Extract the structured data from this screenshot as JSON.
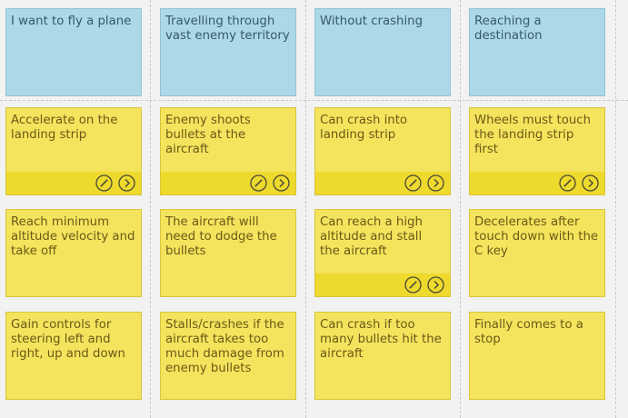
{
  "board": {
    "goals": [
      {
        "text": "I want to fly a plane"
      },
      {
        "text": "Travelling through vast enemy territory"
      },
      {
        "text": "Without crashing"
      },
      {
        "text": "Reaching a destination"
      }
    ],
    "rows": [
      [
        {
          "text": "Accelerate on the landing strip",
          "actions": true
        },
        {
          "text": "Enemy shoots bullets at the aircraft",
          "actions": true
        },
        {
          "text": "Can crash into landing strip",
          "actions": true
        },
        {
          "text": "Wheels must touch the landing strip first",
          "actions": true
        }
      ],
      [
        {
          "text": "Reach minimum altitude velocity and take off",
          "actions": false
        },
        {
          "text": "The aircraft will need to dodge the bullets",
          "actions": false
        },
        {
          "text": "Can reach a high altitude and stall the aircraft",
          "actions": true
        },
        {
          "text": "Decelerates after touch down with the C key",
          "actions": false
        }
      ],
      [
        {
          "text": "Gain controls for steering left and right, up and down",
          "actions": false
        },
        {
          "text": "Stalls/crashes if the aircraft takes too much damage from enemy bullets",
          "actions": false
        },
        {
          "text": "Can crash if too many bullets hit the aircraft",
          "actions": false
        },
        {
          "text": "Finally comes to a stop",
          "actions": false
        }
      ]
    ]
  },
  "icons": {
    "edit": "edit-pencil-icon",
    "next": "chevron-right-icon"
  },
  "colors": {
    "goal": "#acd8e8",
    "story": "#f4e35d",
    "actionbar": "#eed92d",
    "background": "#f2f2f2"
  }
}
